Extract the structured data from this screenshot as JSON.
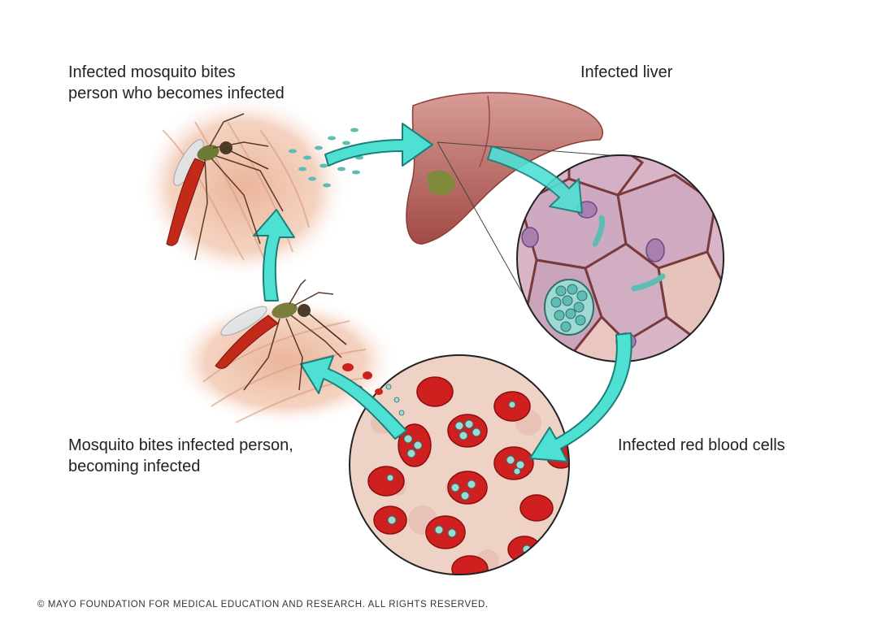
{
  "labels": {
    "mosquito_bites": {
      "line1": "Infected mosquito bites",
      "line2": "person who becomes infected"
    },
    "infected_liver": "Infected liver",
    "infected_red_blood_cells": "Infected red blood cells",
    "mosquito_bites_infected": {
      "line1": "Mosquito bites infected person,",
      "line2": "becoming infected"
    }
  },
  "copyright": "© MAYO FOUNDATION FOR MEDICAL EDUCATION AND RESEARCH. ALL RIGHTS RESERVED.",
  "colors": {
    "arrow": "#4fe0d4",
    "arrow_outline": "#1a7f78",
    "red_cell": "#d01f1f",
    "liver": "#b86a64",
    "skin": "#f0c3a8",
    "mosquito_body": "#c42a1a",
    "parasite": "#5fbcb5"
  },
  "icons": [
    "mosquito-icon",
    "liver-icon",
    "liver-cells-icon",
    "red-blood-cells-icon",
    "skin-icon",
    "sporozoite-icon"
  ]
}
